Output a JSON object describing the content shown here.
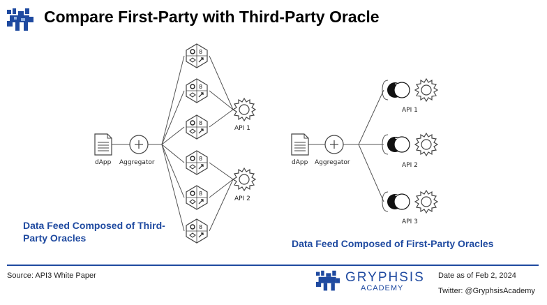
{
  "header": {
    "title": "Compare First-Party with Third-Party Oracle",
    "logo_icon": "griffin-pixel-logo"
  },
  "left_diagram": {
    "dapp_label": "dApp",
    "aggregator_label": "Aggregator",
    "api_labels": [
      "API 1",
      "API 2"
    ],
    "oracle_node_count": 6,
    "caption": "Data Feed Composed of Third-Party Oracles"
  },
  "right_diagram": {
    "dapp_label": "dApp",
    "aggregator_label": "Aggregator",
    "api_labels": [
      "API 1",
      "API 2",
      "API 3"
    ],
    "caption": "Data Feed Composed of First-Party Oracles"
  },
  "footer": {
    "source": "Source: API3 White Paper",
    "brand_name": "GRYPHSIS",
    "brand_sub": "ACADEMY",
    "date": "Date as of Feb 2, 2024",
    "twitter": "Twitter: @GryphsisAcademy"
  },
  "colors": {
    "accent": "#1f4aa0",
    "line": "#555555"
  }
}
